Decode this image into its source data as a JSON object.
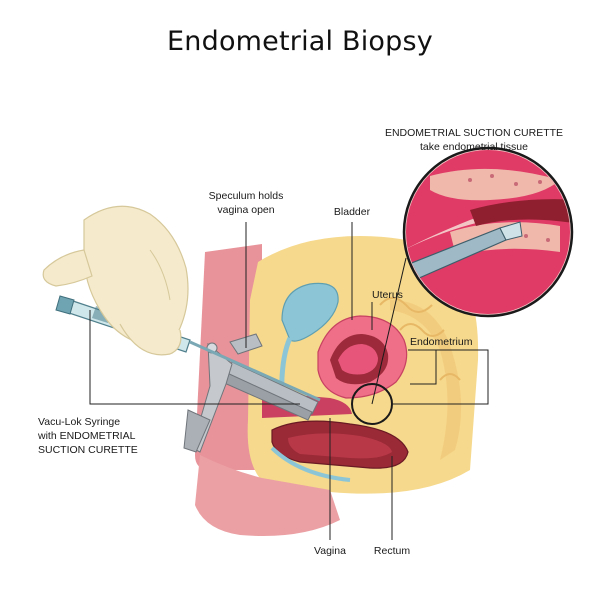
{
  "title": "Endometrial Biopsy",
  "labels": {
    "inset_title": "ENDOMETRIAL SUCTION CURETTE",
    "inset_subtitle": "take endometrial tissue",
    "speculum_line1": "Speculum holds",
    "speculum_line2": "vagina open",
    "bladder": "Bladder",
    "uterus": "Uterus",
    "endometrium": "Endometrium",
    "syringe_line1": "Vacu-Lok Syringe",
    "syringe_line2": "with ENDOMETRIAL",
    "syringe_line3": "SUCTION CURETTE",
    "vagina": "Vagina",
    "rectum": "Rectum"
  },
  "colors": {
    "skin": "#f6d98c",
    "flesh": "#e8939a",
    "tissue_red": "#d8375a",
    "dark_red": "#8f2430",
    "bladder_blue": "#8cc6d6",
    "hand": "#f5ebcc",
    "instrument": "#9aa0a6",
    "line": "#222222"
  }
}
